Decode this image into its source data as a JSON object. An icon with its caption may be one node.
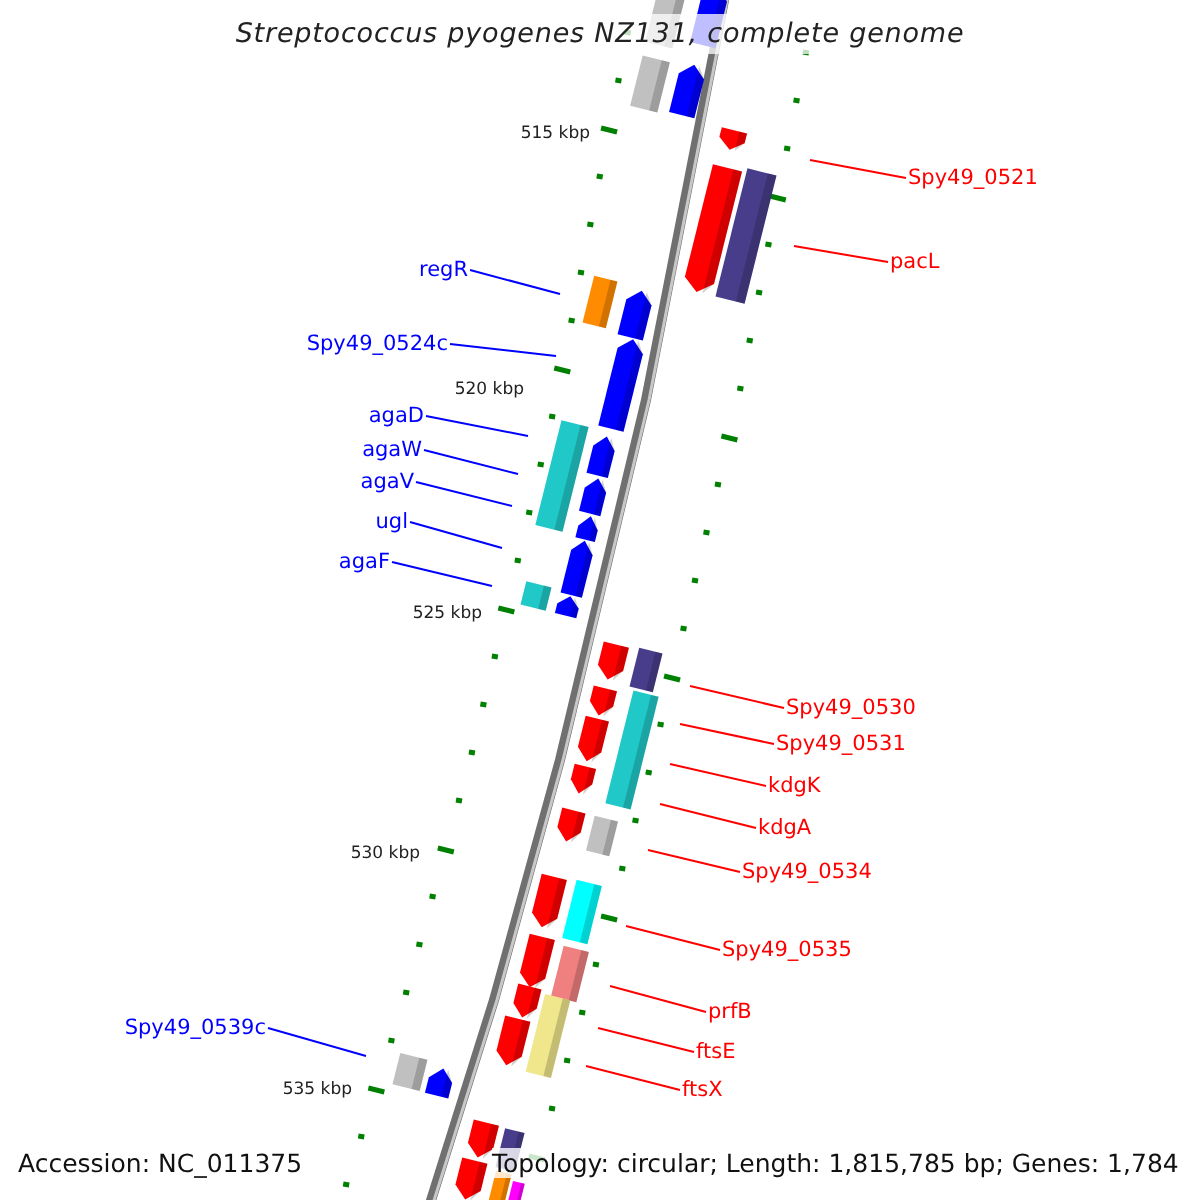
{
  "diagram": {
    "title": "Streptococcus pyogenes NZ131, complete genome",
    "nodes": [
      {
        "text": [
          "Spy49_0521"
        ]
      },
      {
        "text": [
          "pacL"
        ]
      },
      {
        "text": [
          "regR"
        ]
      },
      {
        "text": [
          "Spy49_0524c"
        ]
      },
      {
        "text": [
          "agaD"
        ]
      },
      {
        "text": [
          "agaW"
        ]
      },
      {
        "text": [
          "agaV"
        ]
      },
      {
        "text": [
          "ugl"
        ]
      },
      {
        "text": [
          "agaF"
        ]
      },
      {
        "text": [
          "Spy49_0530"
        ]
      },
      {
        "text": [
          "Spy49_0531"
        ]
      },
      {
        "text": [
          "kdgK"
        ]
      },
      {
        "text": [
          "kdgA"
        ]
      },
      {
        "text": [
          "Spy49_0534"
        ]
      },
      {
        "text": [
          "Spy49_0535"
        ]
      },
      {
        "text": [
          "prfB"
        ]
      },
      {
        "text": [
          "ftsE"
        ]
      },
      {
        "text": [
          "ftsX"
        ]
      },
      {
        "text": [
          "Spy49_0539c"
        ]
      }
    ],
    "edges": [
      {
        "from": 0,
        "to": null,
        "arrow": "none"
      },
      {
        "from": 1,
        "to": null,
        "arrow": "none"
      },
      {
        "from": 2,
        "to": null,
        "arrow": "none",
        "color": "#0000ff"
      },
      {
        "from": 3,
        "to": null,
        "arrow": "none",
        "color": "#0000ff"
      },
      {
        "from": 4,
        "to": null,
        "arrow": "none",
        "color": "#0000ff"
      },
      {
        "from": 5,
        "to": null,
        "arrow": "none",
        "color": "#0000ff"
      },
      {
        "from": 6,
        "to": null,
        "arrow": "none",
        "color": "#0000ff"
      },
      {
        "from": 7,
        "to": null,
        "arrow": "none",
        "color": "#0000ff"
      },
      {
        "from": 8,
        "to": null,
        "arrow": "none",
        "color": "#0000ff"
      },
      {
        "from": 9,
        "to": null,
        "arrow": "none"
      },
      {
        "from": 10,
        "to": null,
        "arrow": "none"
      },
      {
        "from": 11,
        "to": null,
        "arrow": "none"
      },
      {
        "from": 12,
        "to": null,
        "arrow": "none"
      },
      {
        "from": 13,
        "to": null,
        "arrow": "none"
      },
      {
        "from": 14,
        "to": null,
        "arrow": "none"
      },
      {
        "from": 15,
        "to": null,
        "arrow": "none"
      },
      {
        "from": 16,
        "to": null,
        "arrow": "none"
      },
      {
        "from": 17,
        "to": null,
        "arrow": "none"
      },
      {
        "from": 18,
        "to": null,
        "arrow": "none",
        "color": "#0000ff"
      }
    ],
    "labels": [
      "515 kbp",
      "520 kbp",
      "525 kbp",
      "530 kbp",
      "535 kbp",
      "Accession: NC_011375",
      "Topology: circular; Length: 1,815,785 bp; Genes: 1,784"
    ]
  }
}
